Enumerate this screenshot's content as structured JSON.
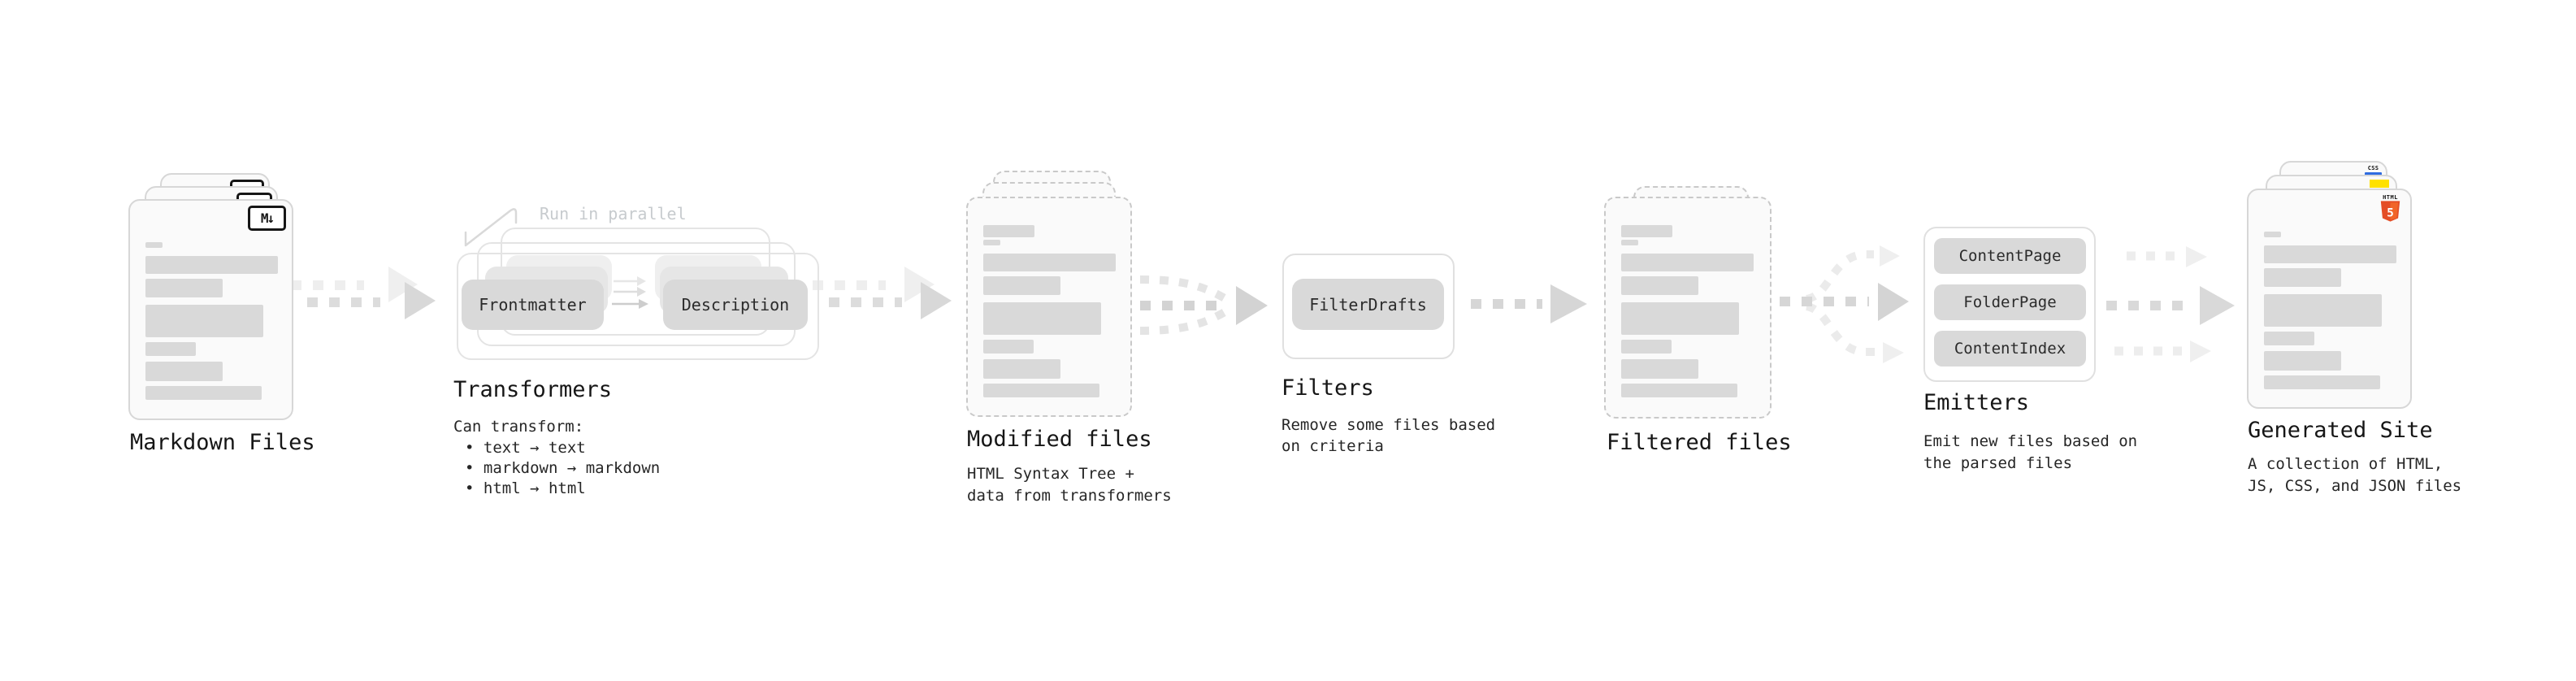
{
  "annotation": {
    "run_in_parallel": "Run in parallel"
  },
  "badges": {
    "markdown": "M↓",
    "css": "CSS",
    "html_label": "HTML",
    "html_number": "5"
  },
  "stages": {
    "markdown_files": {
      "title": "Markdown Files"
    },
    "transformers": {
      "title": "Transformers",
      "description_heading": "Can transform:",
      "bullets": [
        "• text → text",
        "• markdown → markdown",
        "• html → html"
      ],
      "chips": {
        "from": "Frontmatter",
        "to": "Description"
      }
    },
    "modified_files": {
      "title": "Modified files",
      "description": [
        "HTML Syntax Tree +",
        "data from transformers"
      ]
    },
    "filters": {
      "title": "Filters",
      "description": [
        "Remove some files based",
        "on criteria"
      ],
      "chips": [
        "FilterDrafts"
      ]
    },
    "filtered_files": {
      "title": "Filtered files"
    },
    "emitters": {
      "title": "Emitters",
      "description": [
        "Emit new files based on",
        "the parsed files"
      ],
      "chips": [
        "ContentPage",
        "FolderPage",
        "ContentIndex"
      ]
    },
    "generated_site": {
      "title": "Generated Site",
      "description": [
        "A collection of HTML,",
        "JS, CSS, and JSON files"
      ]
    }
  },
  "colors": {
    "background": "#ffffff",
    "chip_bg": "#d9d9d9",
    "bar": "#d9d9d9",
    "arrow": "#d8d8d8",
    "arrow_faint": "#ececec",
    "text": "#1c1c1c",
    "muted_annotation": "#c7cbce",
    "html5_orange": "#e44d26",
    "html5_orange_light": "#f16529",
    "js_yellow": "#ffe100",
    "css_blue": "#2f6ce0"
  }
}
